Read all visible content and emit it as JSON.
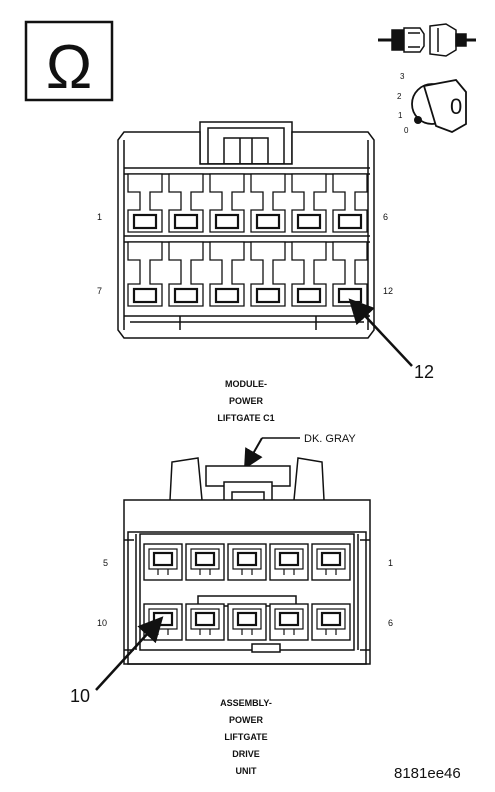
{
  "symbols": {
    "ohm": "Ω",
    "key_position_value": "0",
    "key_positions": [
      "3",
      "2",
      "1",
      "0"
    ]
  },
  "connector_top": {
    "pin_labels": {
      "top_left": "1",
      "top_right": "6",
      "bottom_left": "7",
      "bottom_right": "12"
    },
    "callout": "12",
    "caption_lines": [
      "MODULE-",
      "POWER",
      "LIFTGATE C1"
    ]
  },
  "connector_bottom": {
    "wire_color": "DK. GRAY",
    "pin_labels": {
      "top_left": "5",
      "top_right": "1",
      "bottom_left": "10",
      "bottom_right": "6"
    },
    "callout": "10",
    "caption_lines": [
      "ASSEMBLY-",
      "POWER",
      "LIFTGATE",
      "DRIVE",
      "UNIT"
    ]
  },
  "figure_id": "8181ee46",
  "colors": {
    "ink": "#111111",
    "background": "#ffffff"
  }
}
